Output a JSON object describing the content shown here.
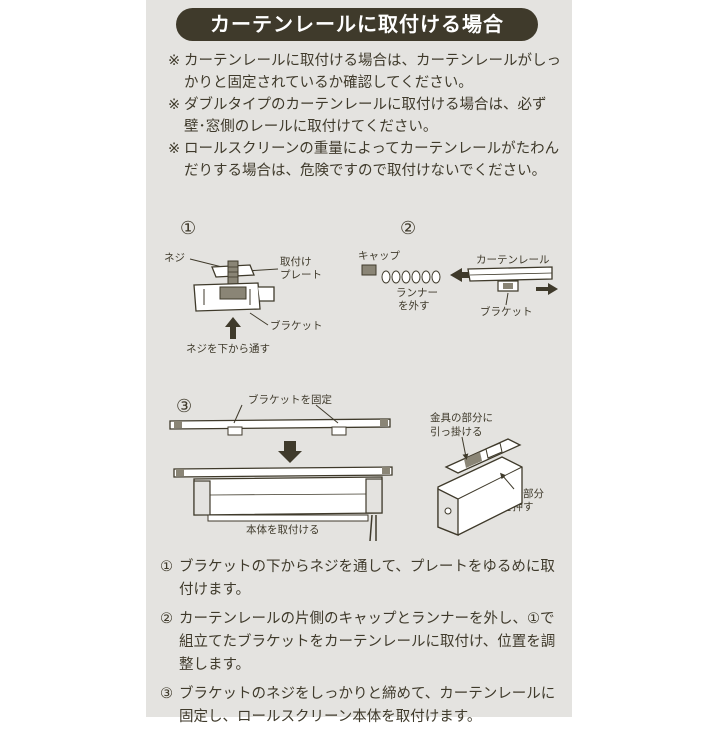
{
  "title": "カーテンレールに取付ける場合",
  "notes": [
    {
      "mark": "※",
      "text": "カーテンレールに取付ける場合は、カーテンレールがしっかりと固定されているか確認してください。"
    },
    {
      "mark": "※",
      "text": "ダブルタイプのカーテンレールに取付ける場合は、必ず壁･窓側のレールに取付けてください。"
    },
    {
      "mark": "※",
      "text": "ロールスクリーンの重量によってカーテンレールがたわんだりする場合は、危険ですので取付けないでください。"
    }
  ],
  "figures": {
    "fig1": {
      "num": "①",
      "label_screw": "ネジ",
      "label_plate_1": "取付け",
      "label_plate_2": "プレート",
      "label_bracket": "ブラケット",
      "label_through": "ネジを下から通す"
    },
    "fig2": {
      "num": "②",
      "label_cap": "キャップ",
      "label_rail": "カーテンレール",
      "label_runner_1": "ランナー",
      "label_runner_2": "を外す",
      "label_bracket": "ブラケット"
    },
    "fig3": {
      "num": "③",
      "label_fix": "ブラケットを固定",
      "label_body": "本体を取付ける"
    },
    "fig4": {
      "label_hook_1": "金具の部分に",
      "label_hook_2": "引っ掛ける",
      "label_push_1": "この部分",
      "label_push_2": "を押す"
    }
  },
  "steps": [
    {
      "num": "①",
      "text": "ブラケットの下からネジを通して、プレートをゆるめに取付けます。"
    },
    {
      "num": "②",
      "text": "カーテンレールの片側のキャップとランナーを外し、①で組立てたブラケットをカーテンレールに取付け、位置を調整します。"
    },
    {
      "num": "③",
      "text": "ブラケットのネジをしっかりと締めて、カーテンレールに固定し、ロールスクリーン本体を取付けます。"
    }
  ]
}
